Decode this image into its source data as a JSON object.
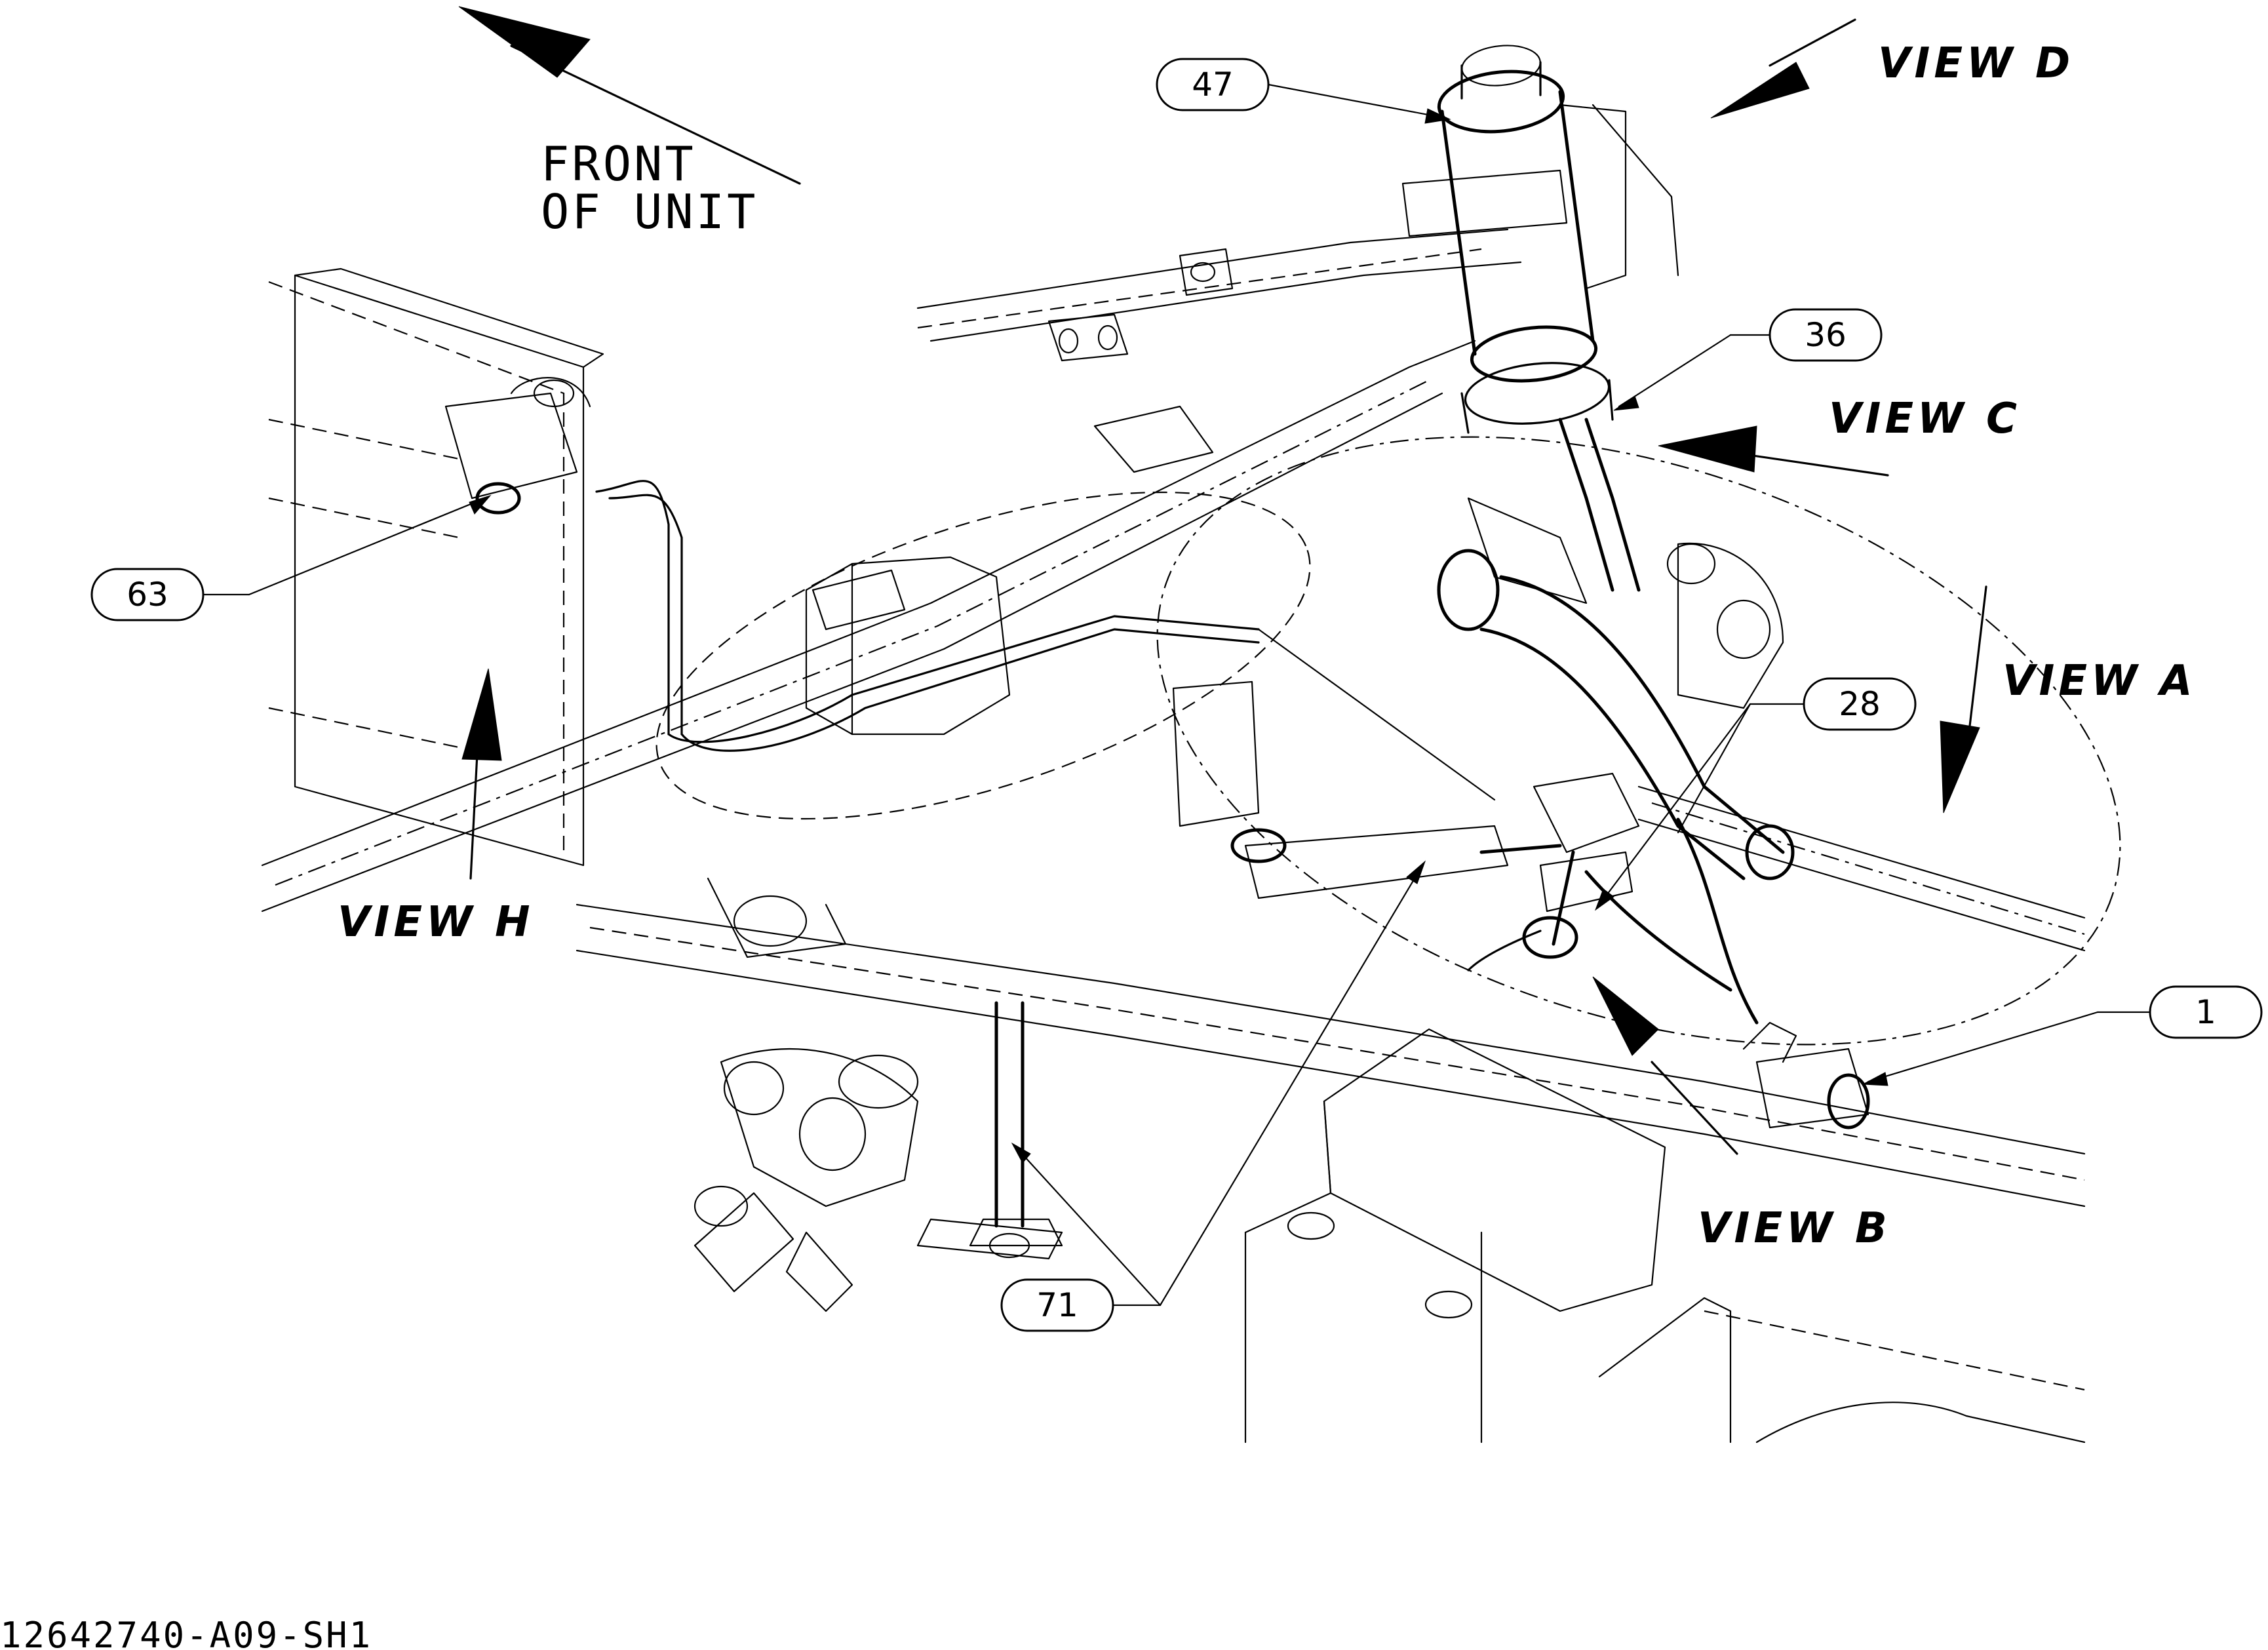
{
  "drawing_number": "12642740-A09-SH1",
  "orientation_label": {
    "line1": "FRONT",
    "line2": "OF UNIT"
  },
  "callouts": [
    {
      "id": "47",
      "label": "47"
    },
    {
      "id": "36",
      "label": "36"
    },
    {
      "id": "63",
      "label": "63"
    },
    {
      "id": "28",
      "label": "28"
    },
    {
      "id": "1",
      "label": "1"
    },
    {
      "id": "71",
      "label": "71"
    }
  ],
  "views": [
    {
      "id": "D",
      "label": "VIEW D"
    },
    {
      "id": "C",
      "label": "VIEW C"
    },
    {
      "id": "A",
      "label": "VIEW A"
    },
    {
      "id": "B",
      "label": "VIEW B"
    },
    {
      "id": "H",
      "label": "VIEW H"
    }
  ]
}
